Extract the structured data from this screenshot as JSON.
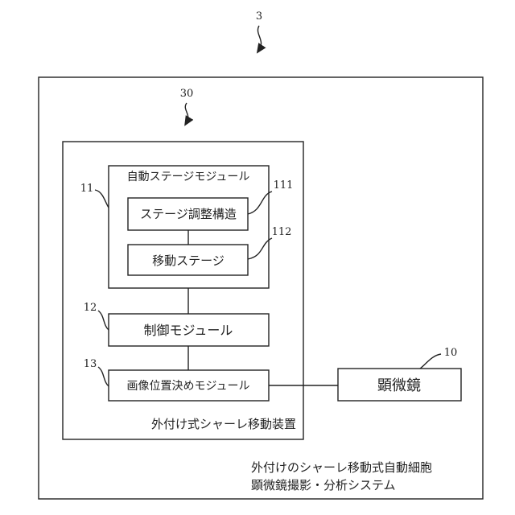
{
  "ref_numbers": {
    "system": "3",
    "device": "30",
    "auto_stage_module": "11",
    "stage_adjust": "111",
    "moving_stage": "112",
    "control_module": "12",
    "image_position_module": "13",
    "microscope": "10"
  },
  "boxes": {
    "auto_stage_module": "自動ステージモジュール",
    "stage_adjust": "ステージ調整構造",
    "moving_stage": "移動ステージ",
    "control_module": "制御モジュール",
    "image_position_module": "画像位置決めモジュール",
    "microscope": "顕微鏡"
  },
  "device_caption": "外付け式シャーレ移動装置",
  "system_caption": {
    "line1": "外付けのシャーレ移動式自動細胞",
    "line2": "顕微鏡撮影・分析システム"
  }
}
